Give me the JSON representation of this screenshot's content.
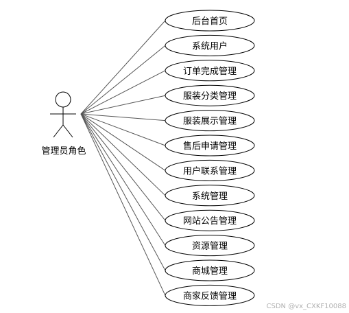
{
  "actor": {
    "label": "管理员角色"
  },
  "use_cases": [
    {
      "label": "后台首页"
    },
    {
      "label": "系统用户"
    },
    {
      "label": "订单完成管理"
    },
    {
      "label": "服装分类管理"
    },
    {
      "label": "服装展示管理"
    },
    {
      "label": "售后申请管理"
    },
    {
      "label": "用户联系管理"
    },
    {
      "label": "系统管理"
    },
    {
      "label": "网站公告管理"
    },
    {
      "label": "资源管理"
    },
    {
      "label": "商城管理"
    },
    {
      "label": "商家反馈管理"
    }
  ],
  "watermark": "CSDN @vx_CXKF10088",
  "colors": {
    "stroke": "#000000",
    "line": "#555555",
    "ellipse_fill": "#ffffff",
    "actor_head_fill": "#ffffff"
  }
}
